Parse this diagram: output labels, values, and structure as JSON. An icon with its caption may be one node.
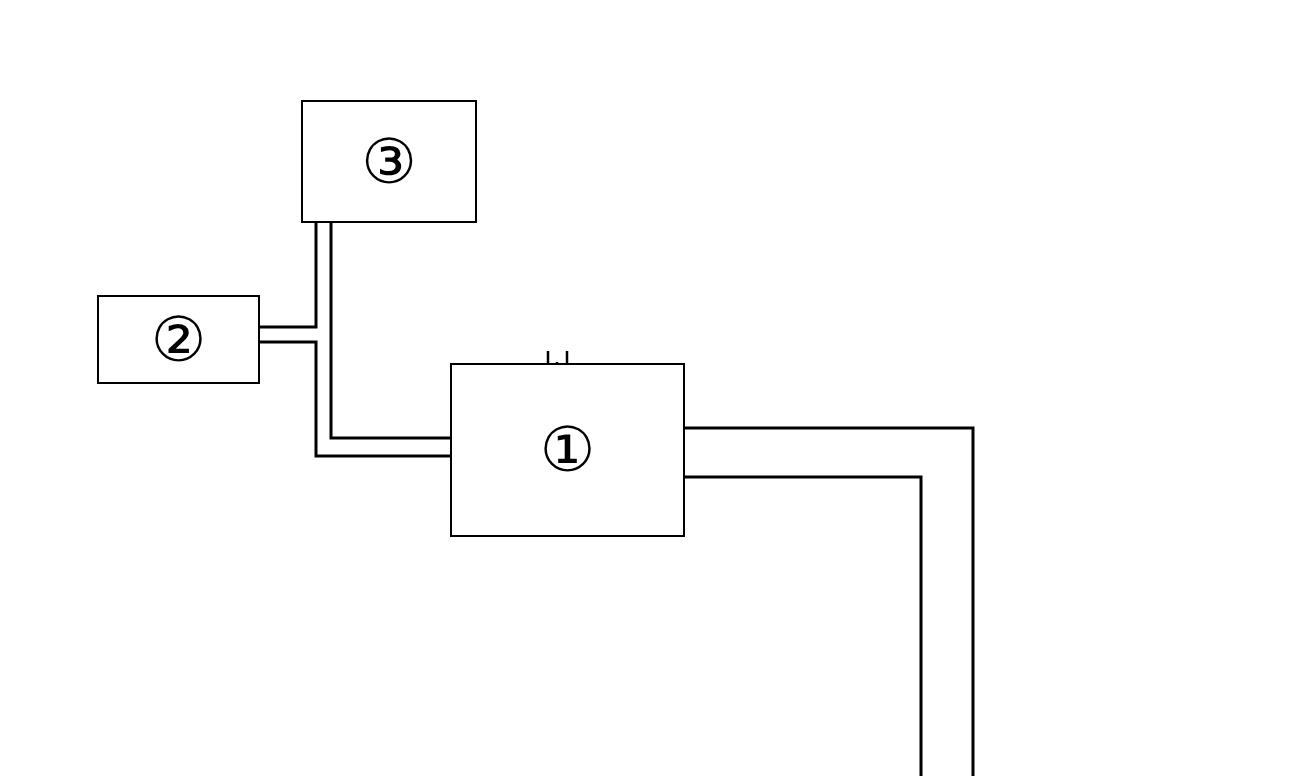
{
  "diagram": {
    "nodes": [
      {
        "text": [
          "③"
        ]
      },
      {
        "text": [
          "②"
        ]
      },
      {
        "text": [
          "①"
        ]
      }
    ],
    "edges": [
      {
        "from": 0,
        "to": 1,
        "arrow": "none"
      },
      {
        "from": 1,
        "to": 2,
        "arrow": "none"
      },
      {
        "from": 0,
        "to": 2,
        "arrow": "none"
      },
      {
        "from": 2,
        "to": null,
        "arrow": "none"
      },
      {
        "from": 2,
        "to": null,
        "arrow": "none"
      }
    ]
  }
}
